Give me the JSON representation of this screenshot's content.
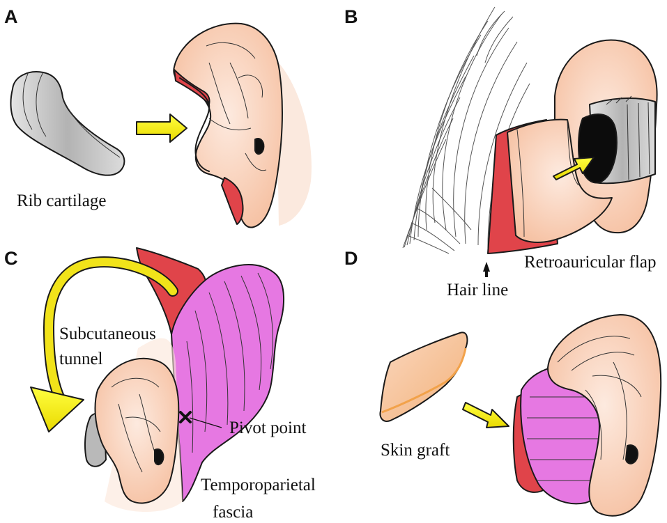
{
  "panels": {
    "a": {
      "letter": "A",
      "label": "Rib cartilage"
    },
    "b": {
      "letter": "B",
      "label_flap": "Retroauricular flap",
      "label_hair": "Hair line"
    },
    "c": {
      "letter": "C",
      "label_tunnel_1": "Subcutaneous",
      "label_tunnel_2": "tunnel",
      "label_pivot": "Pivot point",
      "label_fascia_1": "Temporoparietal",
      "label_fascia_2": "fascia"
    },
    "d": {
      "letter": "D",
      "label": "Skin graft"
    }
  },
  "colors": {
    "skin": "#f9cfb4",
    "skin_light": "#fde3d2",
    "cartilage": "#b9b9b9",
    "flap_red": "#e0444a",
    "fascia_pink": "#e678e2",
    "arrow_yellow": "#f5ec16"
  }
}
